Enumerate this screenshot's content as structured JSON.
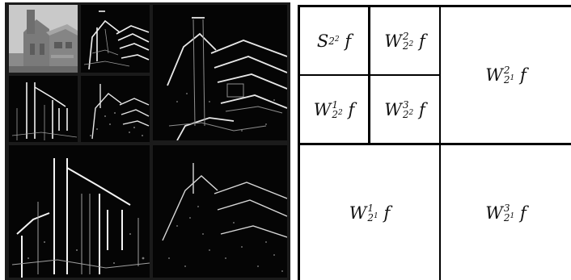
{
  "figure": {
    "panels": [
      {
        "id": "S22",
        "kind": "approximation"
      },
      {
        "id": "W22_2",
        "kind": "detail"
      },
      {
        "id": "W21_2",
        "kind": "detail"
      },
      {
        "id": "W22_1",
        "kind": "detail"
      },
      {
        "id": "W22_3",
        "kind": "detail"
      },
      {
        "id": "W21_1",
        "kind": "detail"
      },
      {
        "id": "W21_3",
        "kind": "detail"
      }
    ],
    "labels": {
      "S22": {
        "base": "S",
        "sub": "2",
        "subsup": "2",
        "fn": "f"
      },
      "W22_2": {
        "base": "W",
        "sup": "2",
        "sub": "2",
        "subsup": "2",
        "fn": "f"
      },
      "W22_1": {
        "base": "W",
        "sup": "1",
        "sub": "2",
        "subsup": "2",
        "fn": "f"
      },
      "W22_3": {
        "base": "W",
        "sup": "3",
        "sub": "2",
        "subsup": "2",
        "fn": "f"
      },
      "W21_2": {
        "base": "W",
        "sup": "2",
        "sub": "2",
        "subsup": "1",
        "fn": "f"
      },
      "W21_1": {
        "base": "W",
        "sup": "1",
        "sub": "2",
        "subsup": "1",
        "fn": "f"
      },
      "W21_3": {
        "base": "W",
        "sup": "3",
        "sub": "2",
        "subsup": "1",
        "fn": "f"
      }
    }
  },
  "colors": {
    "grid_line": "#000000",
    "text": "#111111",
    "image_background": "#050505",
    "edge_highlight": "#f2f2f2",
    "approx_sky": "#c9c9c9",
    "approx_house": "#7a7a7a"
  }
}
